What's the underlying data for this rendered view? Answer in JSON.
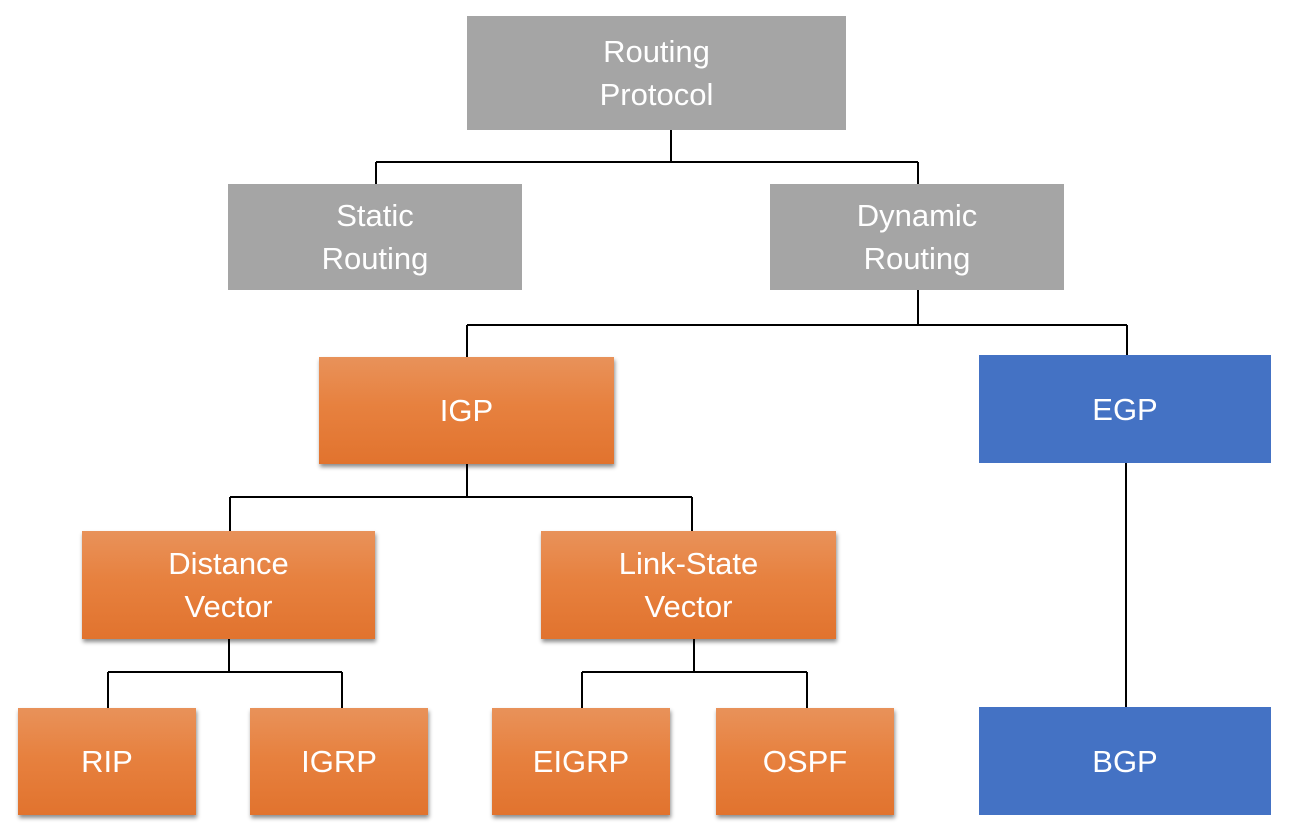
{
  "diagram": {
    "type": "tree",
    "nodes": {
      "root": {
        "lines": [
          "Routing",
          "Protocol"
        ],
        "color": "#a5a5a5"
      },
      "static": {
        "lines": [
          "Static",
          "Routing"
        ],
        "color": "#a5a5a5"
      },
      "dyn": {
        "lines": [
          "Dynamic",
          "Routing"
        ],
        "color": "#a5a5a5"
      },
      "igp": {
        "lines": [
          "IGP"
        ],
        "color": "#e7813f"
      },
      "egp": {
        "lines": [
          "EGP"
        ],
        "color": "#4472c4"
      },
      "dv": {
        "lines": [
          "Distance",
          "Vector"
        ],
        "color": "#e7813f"
      },
      "ls": {
        "lines": [
          "Link-State",
          "Vector"
        ],
        "color": "#e7813f"
      },
      "rip": {
        "lines": [
          "RIP"
        ],
        "color": "#e7813f"
      },
      "igrp": {
        "lines": [
          "IGRP"
        ],
        "color": "#e7813f"
      },
      "eigrp": {
        "lines": [
          "EIGRP"
        ],
        "color": "#e7813f"
      },
      "ospf": {
        "lines": [
          "OSPF"
        ],
        "color": "#e7813f"
      },
      "bgp": {
        "lines": [
          "BGP"
        ],
        "color": "#4472c4"
      }
    },
    "edges": [
      [
        "root",
        "static"
      ],
      [
        "root",
        "dyn"
      ],
      [
        "dyn",
        "igp"
      ],
      [
        "dyn",
        "egp"
      ],
      [
        "igp",
        "dv"
      ],
      [
        "igp",
        "ls"
      ],
      [
        "dv",
        "rip"
      ],
      [
        "dv",
        "igrp"
      ],
      [
        "ls",
        "eigrp"
      ],
      [
        "ls",
        "ospf"
      ],
      [
        "egp",
        "bgp"
      ]
    ]
  }
}
